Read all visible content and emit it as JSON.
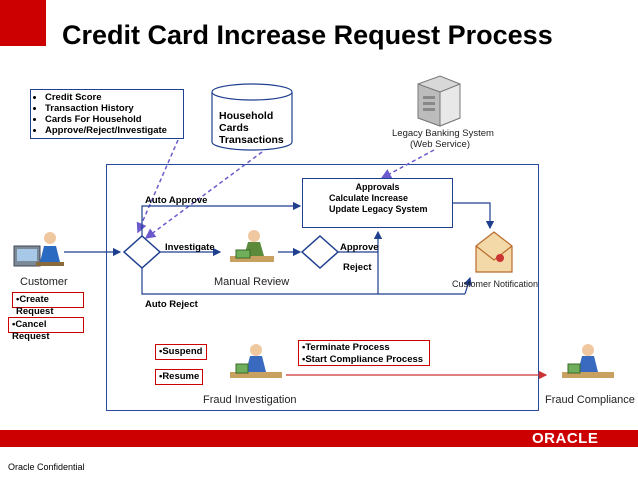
{
  "title": "Credit Card Increase Request Process",
  "data_inputs": [
    "Credit Score",
    "Transaction History",
    "Cards For Household",
    "Approve/Reject/Investigate"
  ],
  "database": {
    "lines": [
      "Household",
      "Cards",
      "Transactions"
    ]
  },
  "legacy_system": {
    "line1": "Legacy Banking System",
    "line2": "(Web Service)"
  },
  "approvals": {
    "header": "Approvals",
    "lines": [
      "Calculate Increase",
      "Update Legacy System"
    ]
  },
  "labels": {
    "auto_approve": "Auto Approve",
    "investigate": "Investigate",
    "approve": "Approve",
    "reject": "Reject",
    "auto_reject": "Auto Reject"
  },
  "actors": {
    "customer": "Customer",
    "manual_review": "Manual Review",
    "customer_notification": "Customer Notification",
    "fraud_investigation": "Fraud Investigation",
    "fraud_compliance": "Fraud Compliance"
  },
  "customer_actions": [
    "•Create Request",
    "•Cancel Request"
  ],
  "fraud_actions": [
    "•Suspend",
    "•Resume"
  ],
  "fraud_outcomes": [
    "•Terminate  Process",
    "•Start Compliance Process"
  ],
  "footer": {
    "brand": "ORACLE",
    "confidential": "Oracle Confidential"
  },
  "colors": {
    "brand_red": "#cc0000",
    "frame_blue": "#2a4aa0",
    "arrow_blue": "#1f3f8f",
    "dashed_purple": "#6a5acd",
    "flow_red": "#cc3333"
  }
}
